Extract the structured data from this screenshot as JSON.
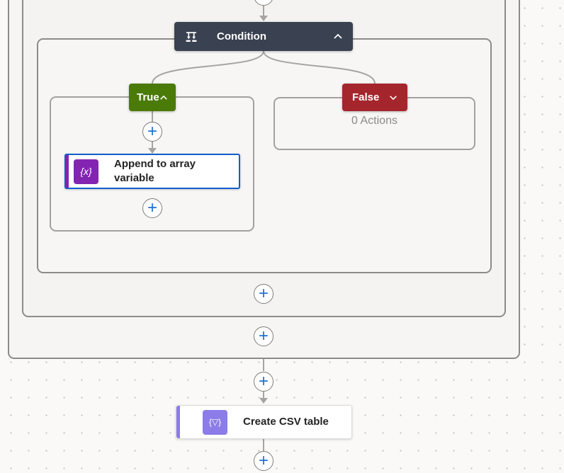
{
  "ui": {
    "plus": "+"
  },
  "condition": {
    "title": "Condition"
  },
  "branches": {
    "true_label": "True",
    "false_label": "False",
    "false_empty": "0 Actions"
  },
  "actions": {
    "append_label": "Append to array variable",
    "append_icon_glyph": "{x}",
    "csv_label": "Create CSV table",
    "csv_icon_glyph": "{▽}"
  },
  "colors": {
    "condition_header": "#3a4150",
    "true_green": "#4a7a08",
    "false_red": "#a4262c",
    "selection_blue": "#115ecb",
    "variable_purple": "#8324b3",
    "data_operation_purple": "#8b7ce8",
    "connector_gray": "#a6a4a2"
  }
}
